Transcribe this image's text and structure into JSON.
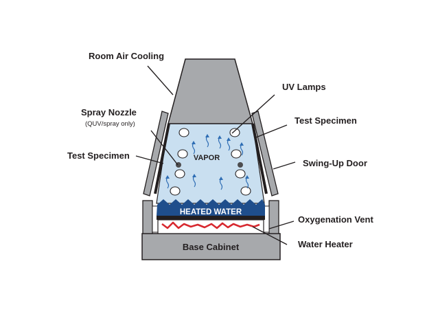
{
  "labels": {
    "room_air_cooling": "Room Air Cooling",
    "uv_lamps": "UV Lamps",
    "spray_nozzle": "Spray Nozzle",
    "spray_nozzle_note": "(QUV/spray only)",
    "test_specimen_right": "Test Specimen",
    "test_specimen_left": "Test Specimen",
    "swing_up_door": "Swing-Up Door",
    "vapor": "VAPOR",
    "heated_water": "HEATED WATER",
    "oxygenation_vent": "Oxygenation Vent",
    "base_cabinet": "Base Cabinet",
    "water_heater": "Water Heater"
  },
  "colors": {
    "chamber_fill": "#c9dff0",
    "housing_gray": "#a7a9ac",
    "outline": "#231f20",
    "water_blue": "#1f4e8c",
    "heater_red": "#d7282f",
    "vapor_arrow_blue": "#2e6db4"
  }
}
